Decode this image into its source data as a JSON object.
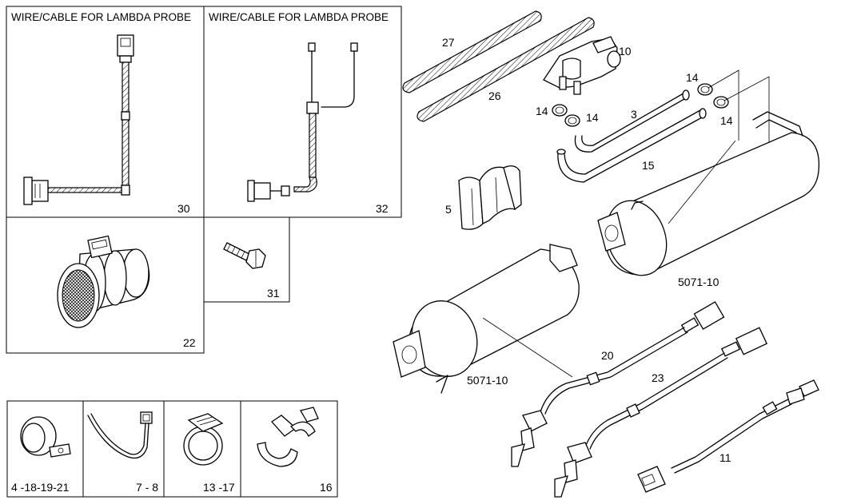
{
  "panels": {
    "wire_left": {
      "title": "WIRE/CABLE FOR LAMBDA PROBE",
      "ref": "30"
    },
    "wire_right": {
      "title": "WIRE/CABLE FOR LAMBDA PROBE",
      "ref": "32"
    },
    "airflow_meter": {
      "ref": "22"
    },
    "screw": {
      "ref": "31"
    },
    "clip_a": {
      "ref": "4 -18-19-21"
    },
    "clip_b": {
      "ref": "7 - 8"
    },
    "clip_c": {
      "ref": "13 -17"
    },
    "clip_d": {
      "ref": "16"
    }
  },
  "callouts": {
    "p27": "27",
    "p26": "26",
    "p10": "10",
    "p14a": "14",
    "p14b": "14",
    "p14c": "14",
    "p14d": "14",
    "p3": "3",
    "p15": "15",
    "p5": "5",
    "p5071a": "5071-10",
    "p5071b": "5071-10",
    "p20": "20",
    "p23": "23",
    "p11": "11"
  }
}
